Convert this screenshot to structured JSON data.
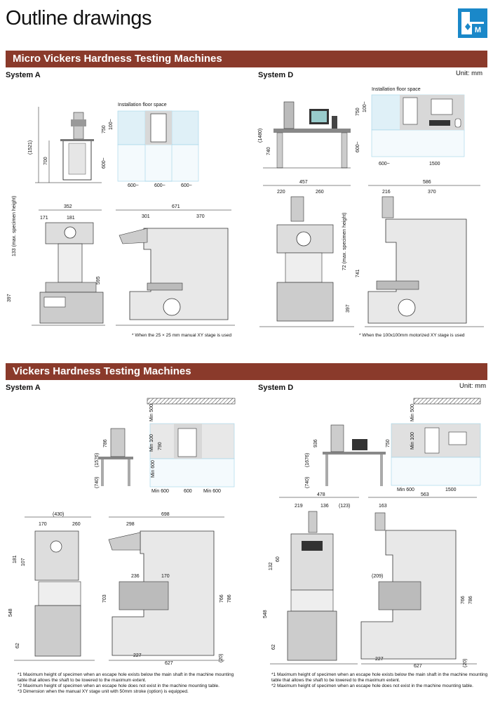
{
  "page_title": "Outline drawings",
  "logo_letter": "M",
  "section1": {
    "title": "Micro Vickers Hardness Testing Machines",
    "unit": "Unit: mm",
    "system_a": {
      "label": "System A",
      "install_label": "Installation floor space",
      "dims_elev": [
        "(1521)",
        "700"
      ],
      "dims_floor": [
        "750",
        "100~",
        "600~",
        "600~",
        "600~",
        "600~"
      ],
      "dims_front": [
        "352",
        "171",
        "181",
        "133 (max. specimen height)",
        "595",
        "397"
      ],
      "dims_side": [
        "671",
        "301",
        "370"
      ],
      "footnote": "* When the 25 × 25 mm manual XY stage is used"
    },
    "system_d": {
      "label": "System D",
      "install_label": "Installation floor space",
      "dims_elev": [
        "(1480)",
        "740"
      ],
      "dims_floor": [
        "750",
        "100~",
        "600~",
        "600~",
        "1500"
      ],
      "dims_front": [
        "457",
        "220",
        "260",
        "72 (max. specimen height)",
        "741",
        "397"
      ],
      "dims_side": [
        "586",
        "216",
        "370"
      ],
      "footnote": "* When the 100x100mm motorized XY stage is used"
    }
  },
  "section2": {
    "title": "Vickers Hardness Testing Machines",
    "unit": "Unit: mm",
    "system_a": {
      "label": "System A",
      "dims_elev": [
        "786",
        "(1576)",
        "(740)"
      ],
      "dims_floor": [
        "Min 500",
        "Min 100",
        "790",
        "Min 600",
        "Min 600",
        "600",
        "Min 600"
      ],
      "dims_front": [
        "(430)",
        "170",
        "260",
        "181",
        "107",
        "548",
        "62"
      ],
      "dims_side": [
        "698",
        "298",
        "236",
        "170",
        "703",
        "766",
        "786",
        "227",
        "627",
        "(20)"
      ],
      "notes": [
        "*1  Maximum height of specimen when an escape hole exists below the main shaft in the machine mounting",
        "     table that allows the shaft to be lowered to the maximum extent.",
        "*2  Maximum height of specimen when an escape hole does not exist in the machine mounting table.",
        "*3  Dimension when the manual XY stage unit with 50mm stroke (option) is equipped."
      ]
    },
    "system_d": {
      "label": "System D",
      "dims_elev": [
        "936",
        "(1676)",
        "(740)"
      ],
      "dims_floor": [
        "Min 500",
        "Min 100",
        "750",
        "Min 600",
        "1500"
      ],
      "dims_front": [
        "478",
        "219",
        "136",
        "(123)",
        "132",
        "60",
        "548",
        "62"
      ],
      "dims_side": [
        "563",
        "163",
        "(209)",
        "766",
        "786",
        "227",
        "627",
        "(20)"
      ],
      "notes": [
        "*1  Maximum height of specimen when an escape hole exists below the main shaft in the machine mounting",
        "     table that allows the shaft to be lowered to the maximum extent.",
        "*2  Maximum height of specimen when an escape hole does not exist in the machine mounting table."
      ]
    }
  }
}
